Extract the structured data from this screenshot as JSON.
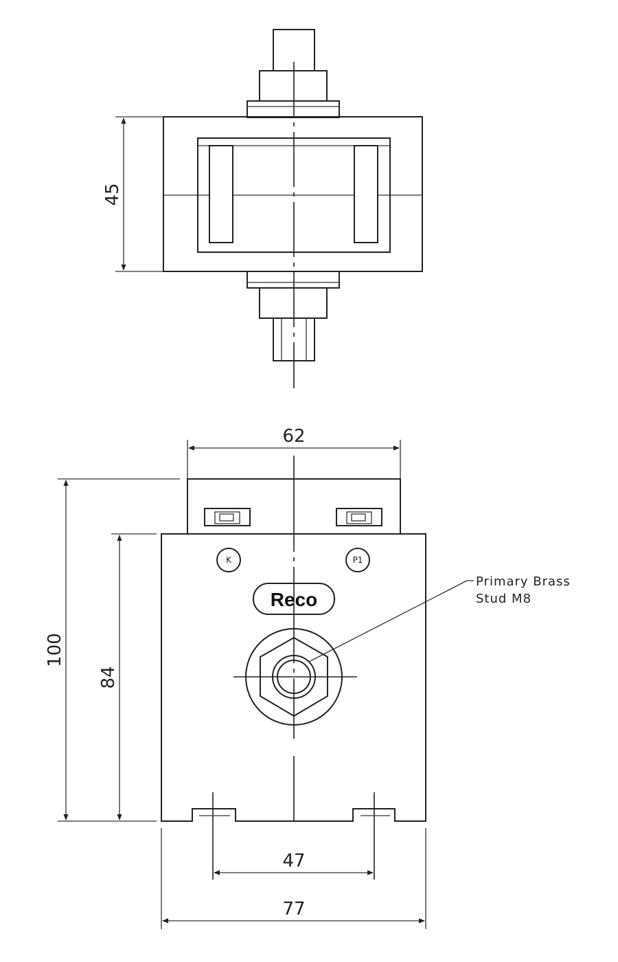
{
  "top_view": {
    "dim_height": "45"
  },
  "front_view": {
    "dim_top_width": "62",
    "dim_total_height": "100",
    "dim_body_height": "84",
    "dim_foot_spacing": "47",
    "dim_base_width": "77",
    "brand": "Reco",
    "terminal_left": "K",
    "terminal_right": "P1",
    "callout_line1": "Primary Brass",
    "callout_line2": "Stud M8"
  }
}
